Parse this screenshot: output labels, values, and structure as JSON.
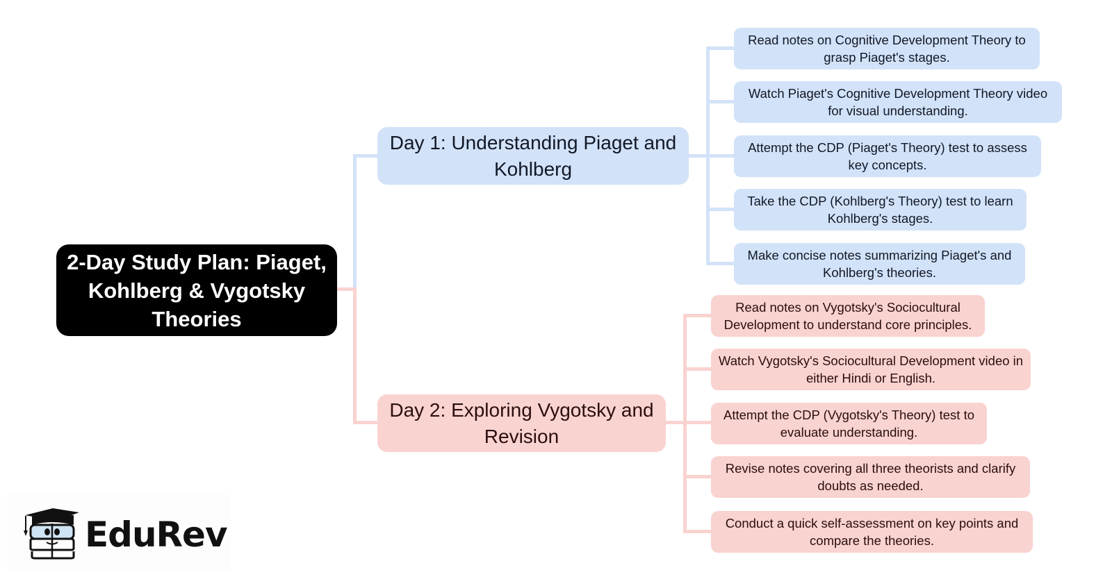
{
  "root": {
    "title": "2-Day Study Plan: Piaget, Kohlberg & Vygotsky Theories"
  },
  "branches": [
    {
      "label": "Day 1: Understanding Piaget and Kohlberg",
      "color": "#d2e2f8",
      "tasks": [
        "Read notes on Cognitive Development Theory to grasp Piaget's stages.",
        "Watch Piaget's Cognitive Development Theory video for visual understanding.",
        "Attempt the CDP (Piaget's Theory) test to assess key concepts.",
        "Take the CDP (Kohlberg's Theory) test to learn Kohlberg's stages.",
        "Make concise notes summarizing Piaget's and Kohlberg's theories."
      ]
    },
    {
      "label": "Day 2: Exploring Vygotsky and Revision",
      "color": "#f9d3d0",
      "tasks": [
        "Read notes on Vygotsky's Sociocultural Development to understand core principles.",
        "Watch Vygotsky's Sociocultural Development video in either Hindi or English.",
        "Attempt the CDP (Vygotsky's Theory) test to evaluate understanding.",
        "Revise notes covering all three theorists and clarify doubts as needed.",
        "Conduct a quick self-assessment on key points and compare the theories."
      ]
    }
  ],
  "logo": {
    "text": "EduRev",
    "icon": "graduation-cap-mascot-icon"
  }
}
